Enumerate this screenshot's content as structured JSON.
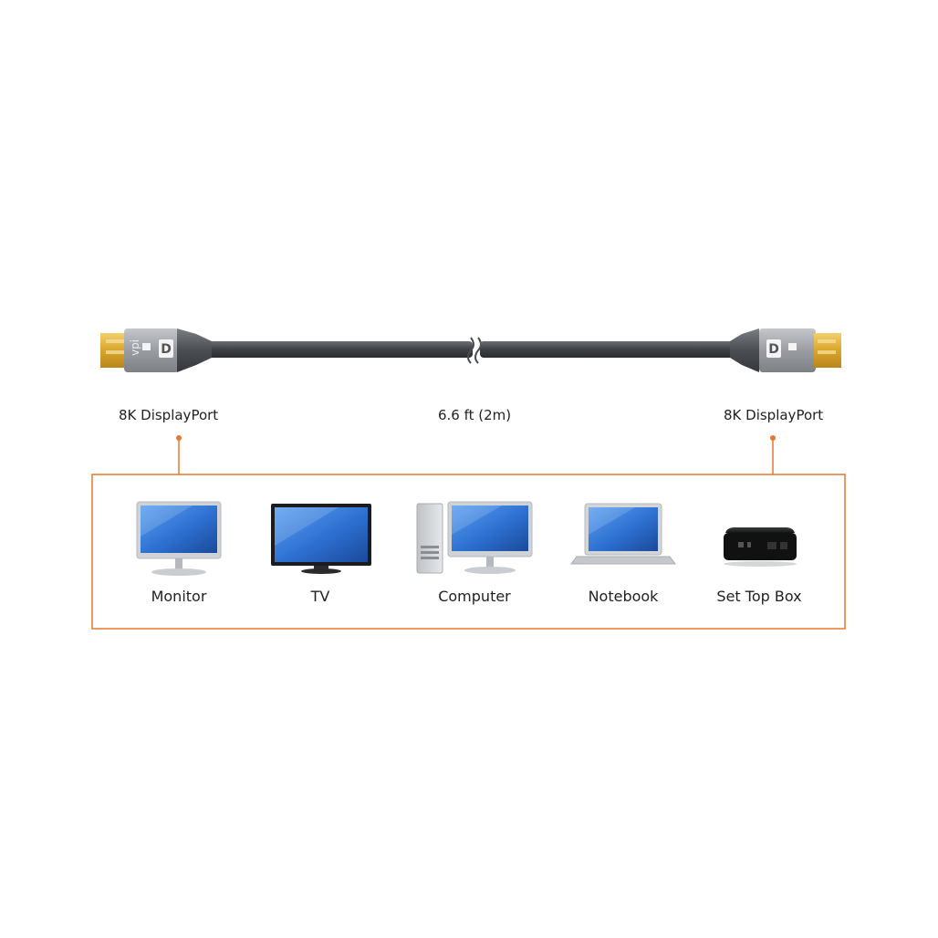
{
  "cable": {
    "left_connector_label": "8K DisplayPort",
    "length_label": "6.6 ft (2m)",
    "right_connector_label": "8K DisplayPort"
  },
  "devices": [
    {
      "label": "Monitor",
      "icon": "monitor-icon"
    },
    {
      "label": "TV",
      "icon": "tv-icon"
    },
    {
      "label": "Computer",
      "icon": "computer-icon"
    },
    {
      "label": "Notebook",
      "icon": "notebook-icon"
    },
    {
      "label": "Set Top Box",
      "icon": "set-top-box-icon"
    }
  ],
  "colors": {
    "accent": "#e8762d",
    "cable": "#4a4d52",
    "connector_shell": "#9ea1a6",
    "connector_gold": "#d9a62c",
    "screen_blue": "#2d6fd0"
  }
}
